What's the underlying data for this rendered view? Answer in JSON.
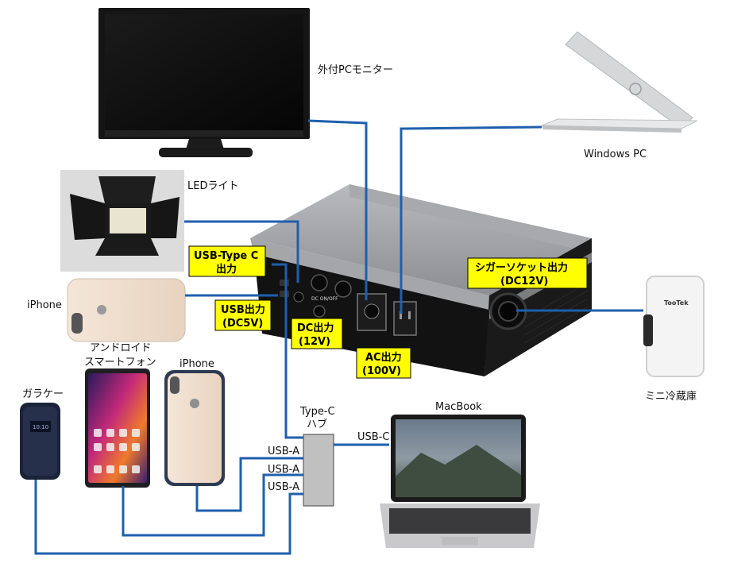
{
  "devices": {
    "monitor": "外付PCモニター",
    "windows_pc": "Windows PC",
    "led_light": "LEDライト",
    "iphone_left": "iPhone",
    "android_line1": "アンドロイド",
    "android_line2": "スマートフォン",
    "iphone_bottom": "iPhone",
    "garakei": "ガラケー",
    "hub_line1": "Type-C",
    "hub_line2": "ハブ",
    "macbook": "MacBook",
    "mini_fridge": "ミニ冷蔵庫",
    "fridge_brand": "TooTek",
    "flip_phone_time": "10:10"
  },
  "outputs": {
    "usb_type_c_line1": "USB-Type C",
    "usb_type_c_line2": "出力",
    "usb_line1": "USB出力",
    "usb_line2": "(DC5V)",
    "dc_line1": "DC出力",
    "dc_line2": "(12V)",
    "ac_line1": "AC出力",
    "ac_line2": "(100V)",
    "cigar_line1": "シガーソケット出力",
    "cigar_line2": "(DC12V)"
  },
  "ports": {
    "usb_a_1": "USB-A",
    "usb_a_2": "USB-A",
    "usb_a_3": "USB-A",
    "usb_c": "USB-C"
  },
  "colors": {
    "wire": "#1f5fad",
    "label_box": "#ffff00"
  }
}
